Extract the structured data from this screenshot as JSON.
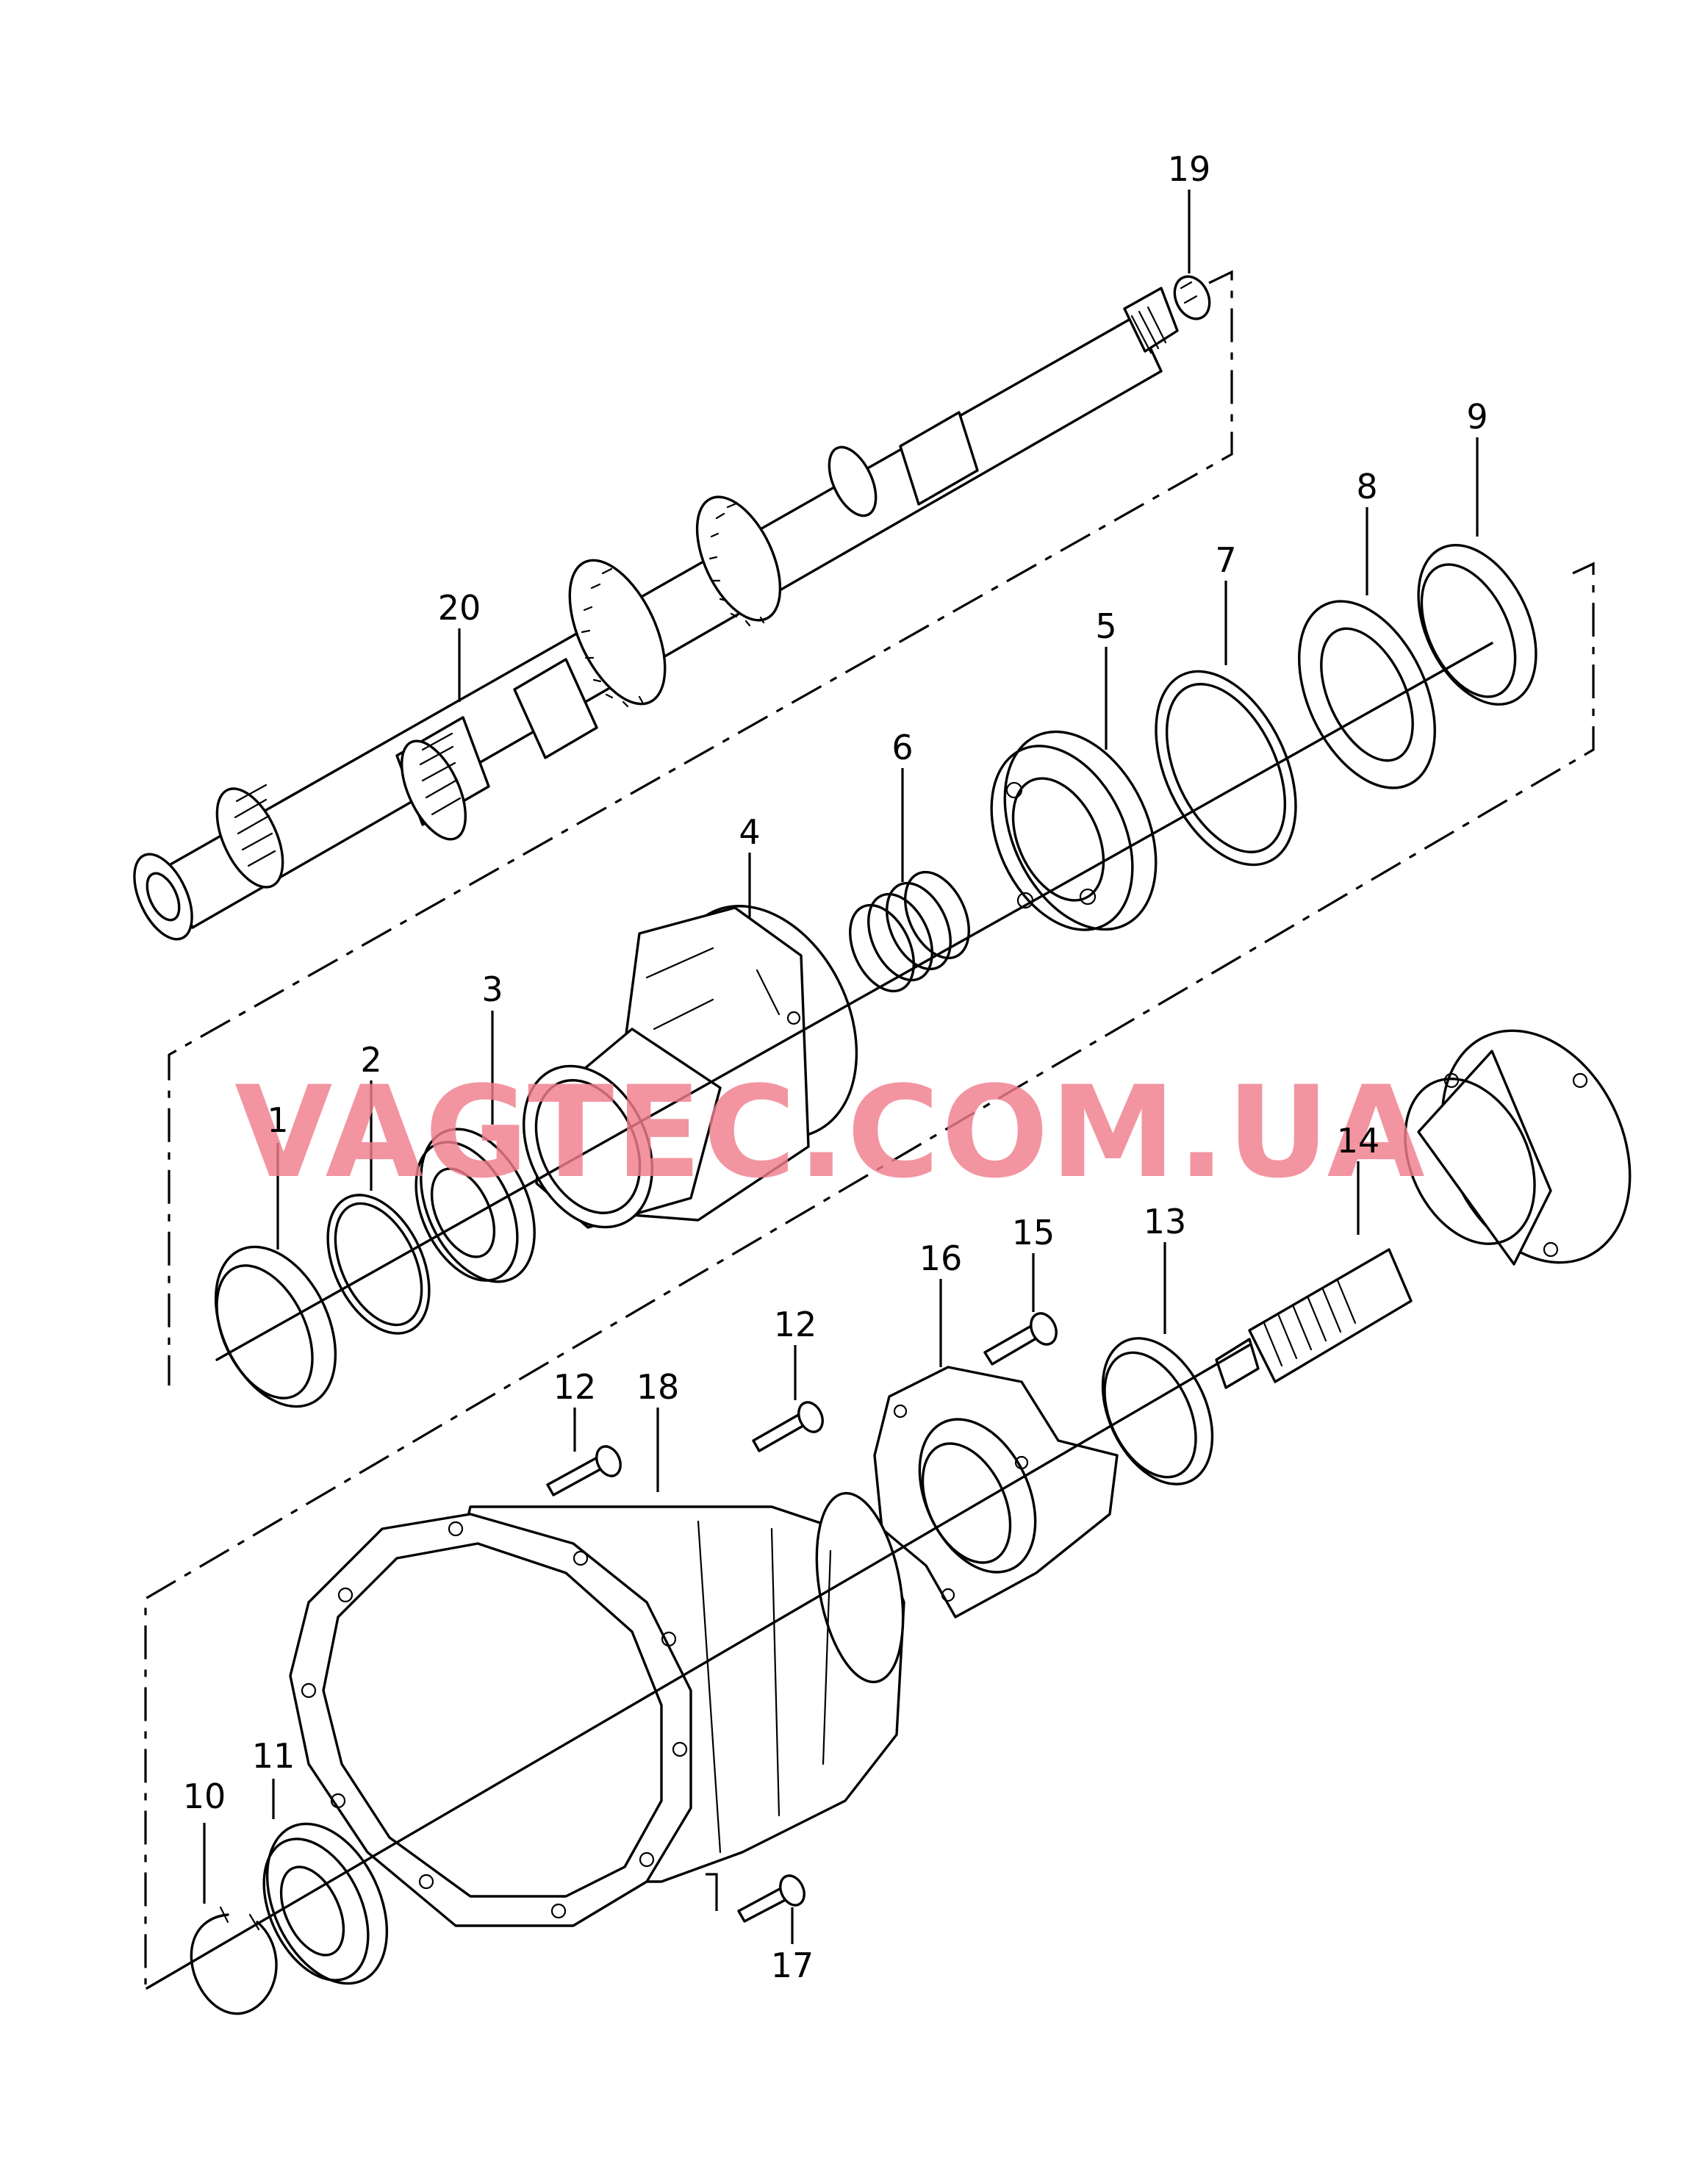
{
  "watermark": {
    "text": "VAGTEC.COM.UA",
    "color": "#f07e8c"
  },
  "callouts": [
    "1",
    "2",
    "3",
    "4",
    "5",
    "6",
    "7",
    "8",
    "9",
    "10",
    "11",
    "12",
    "12",
    "13",
    "14",
    "15",
    "16",
    "17",
    "18",
    "19",
    "20"
  ]
}
